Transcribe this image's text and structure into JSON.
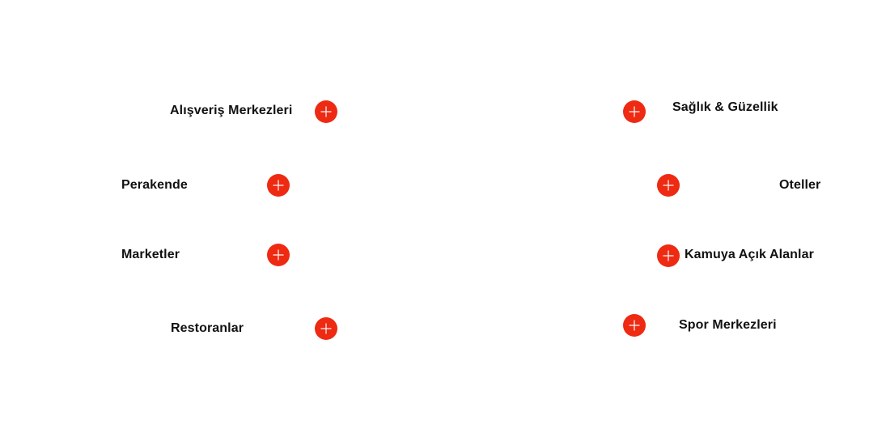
{
  "accent_color": "#ee2a12",
  "plus_icon": "plus-icon",
  "categories": {
    "shopping_malls": {
      "label": "Alışveriş Merkezleri"
    },
    "retail": {
      "label": "Perakende"
    },
    "markets": {
      "label": "Marketler"
    },
    "restaurants": {
      "label": "Restoranlar"
    },
    "health_beauty": {
      "label": "Sağlık & Güzellik"
    },
    "hotels": {
      "label": "Oteller"
    },
    "public_areas": {
      "label": "Kamuya Açık Alanlar"
    },
    "sports_centers": {
      "label": "Spor Merkezleri"
    }
  }
}
